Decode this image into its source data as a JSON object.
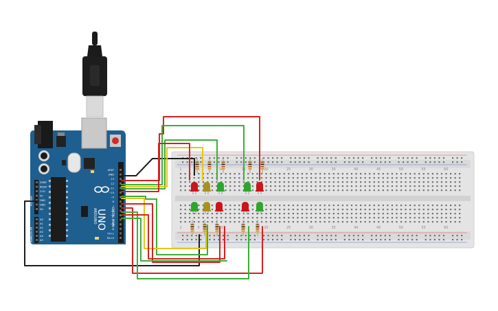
{
  "arduino": {
    "brand": "ARDUINO",
    "model": "UNO",
    "header_labels": [
      "AREF",
      "GND",
      "13",
      "12",
      "~11",
      "~10",
      "~9",
      "8",
      "7",
      "~6",
      "~5",
      "4",
      "~3",
      "2",
      "TX>1",
      "RX<0"
    ],
    "digital_label": "DIGITAL (PWM~)",
    "power_labels": [
      "IOREF",
      "RESET",
      "3.3V",
      "5V",
      "GND",
      "GND",
      "Vin"
    ],
    "analog_labels": [
      "A0",
      "A1",
      "A2",
      "A3",
      "A4",
      "A5"
    ],
    "power_caption": "POWER",
    "analog_caption": "ANALOG IN"
  },
  "breadboard": {
    "column_numbers": [
      "1",
      "5",
      "10",
      "15",
      "20",
      "25",
      "30",
      "35",
      "40",
      "45",
      "50",
      "55",
      "60"
    ],
    "row_letters_top": [
      "j",
      "i",
      "h",
      "g",
      "f"
    ],
    "row_letters_bottom": [
      "e",
      "d",
      "c",
      "b",
      "a"
    ]
  },
  "colors": {
    "board_blue": "#1f5f8f",
    "breadboard": "#e4e4e4",
    "led_red": "#c8161a",
    "led_yellow": "#a8921e",
    "led_green": "#2ea62e",
    "wire_red": "#d8201f",
    "wire_green": "#3cae36",
    "wire_yellow": "#e3c51a",
    "wire_black": "#1c1c1c"
  },
  "leds_top": [
    "red",
    "yellow",
    "green",
    "green",
    "red"
  ],
  "leds_bottom": [
    "green",
    "yellow",
    "red",
    "red",
    "green"
  ]
}
